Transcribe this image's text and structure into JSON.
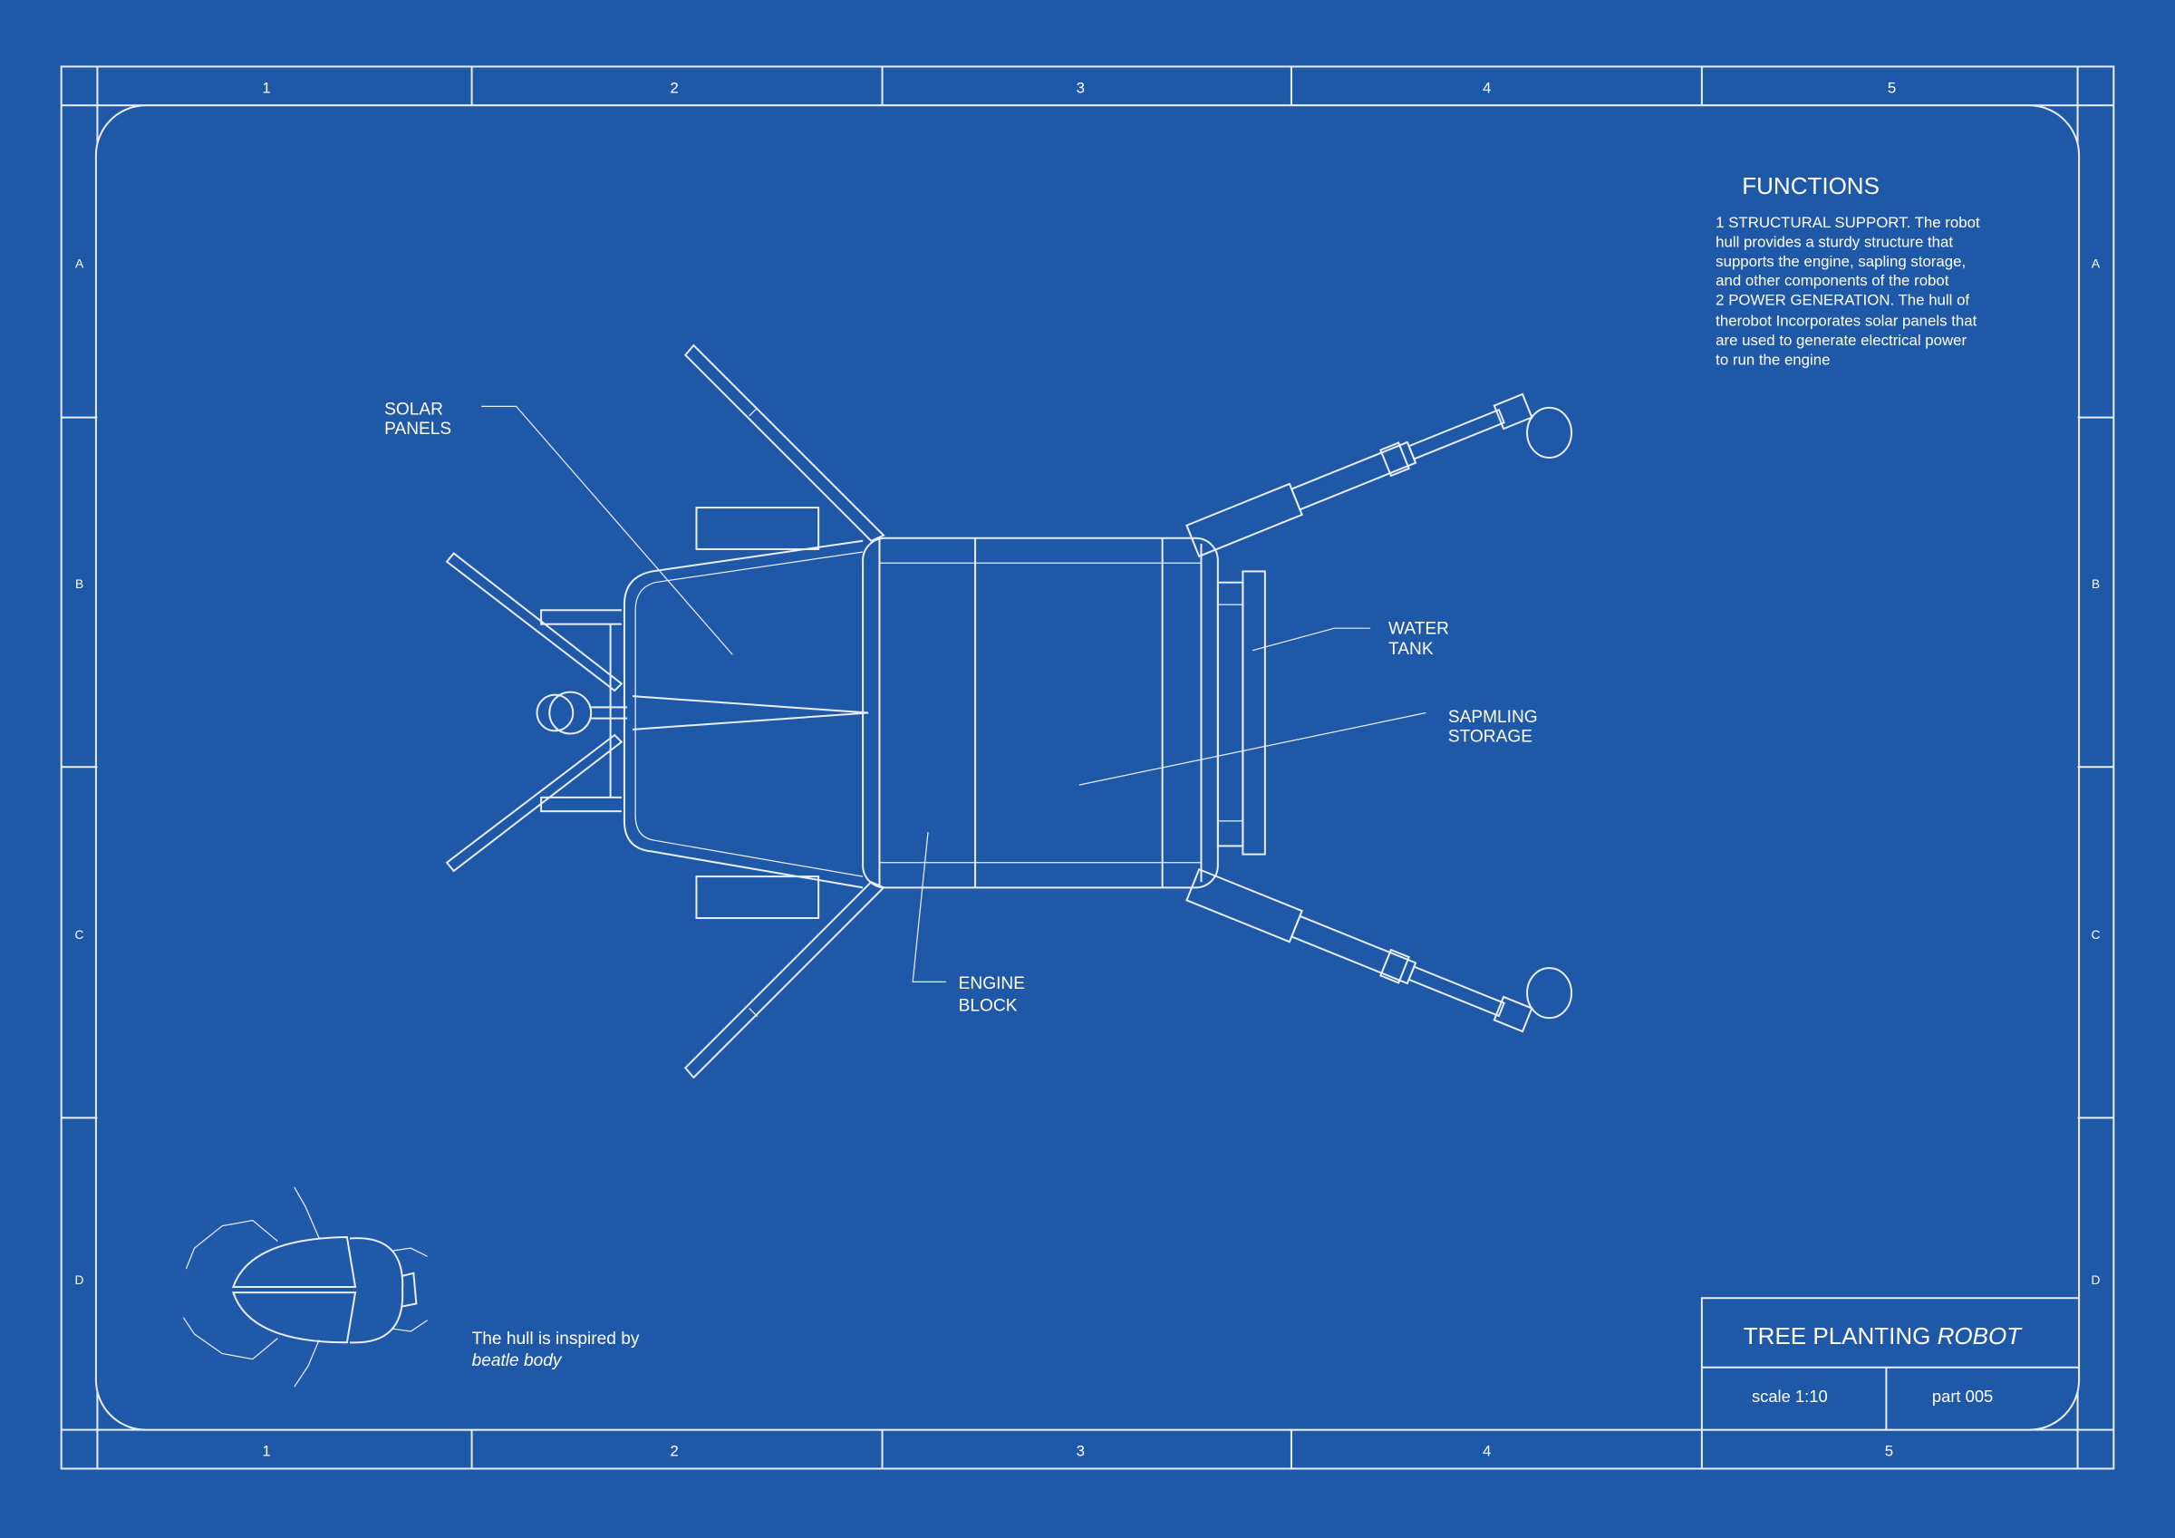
{
  "grid": {
    "columns": [
      "1",
      "2",
      "3",
      "4",
      "5"
    ],
    "rows": [
      "A",
      "B",
      "C",
      "D"
    ]
  },
  "functions": {
    "title": "FUNCTIONS",
    "lines": [
      "1     STRUCTURAL SUPPORT. The robot",
      "hull provides a sturdy structure that",
      "supports the engine, sapling storage,",
      "and other components of the robot",
      "2     POWER GENERATION. The hull of",
      "therobot Incorporates solar panels that",
      "are used to generate electrical power",
      "to run the engine"
    ]
  },
  "callouts": {
    "solar": [
      "SOLAR",
      "PANELS"
    ],
    "water": [
      "WATER",
      "TANK"
    ],
    "sapling": [
      "SAPMLING",
      "STORAGE"
    ],
    "engine": [
      "ENGINE",
      "BLOCK"
    ]
  },
  "inspiration": {
    "line1": "The hull is inspired by",
    "line2": "beatle body"
  },
  "title_block": {
    "title": "TREE PLANTING ",
    "title_italic": "ROBOT",
    "scale": "scale 1:10",
    "part": "part 005"
  },
  "colors": {
    "background": "#2058a8",
    "line": "#e8eefa"
  }
}
